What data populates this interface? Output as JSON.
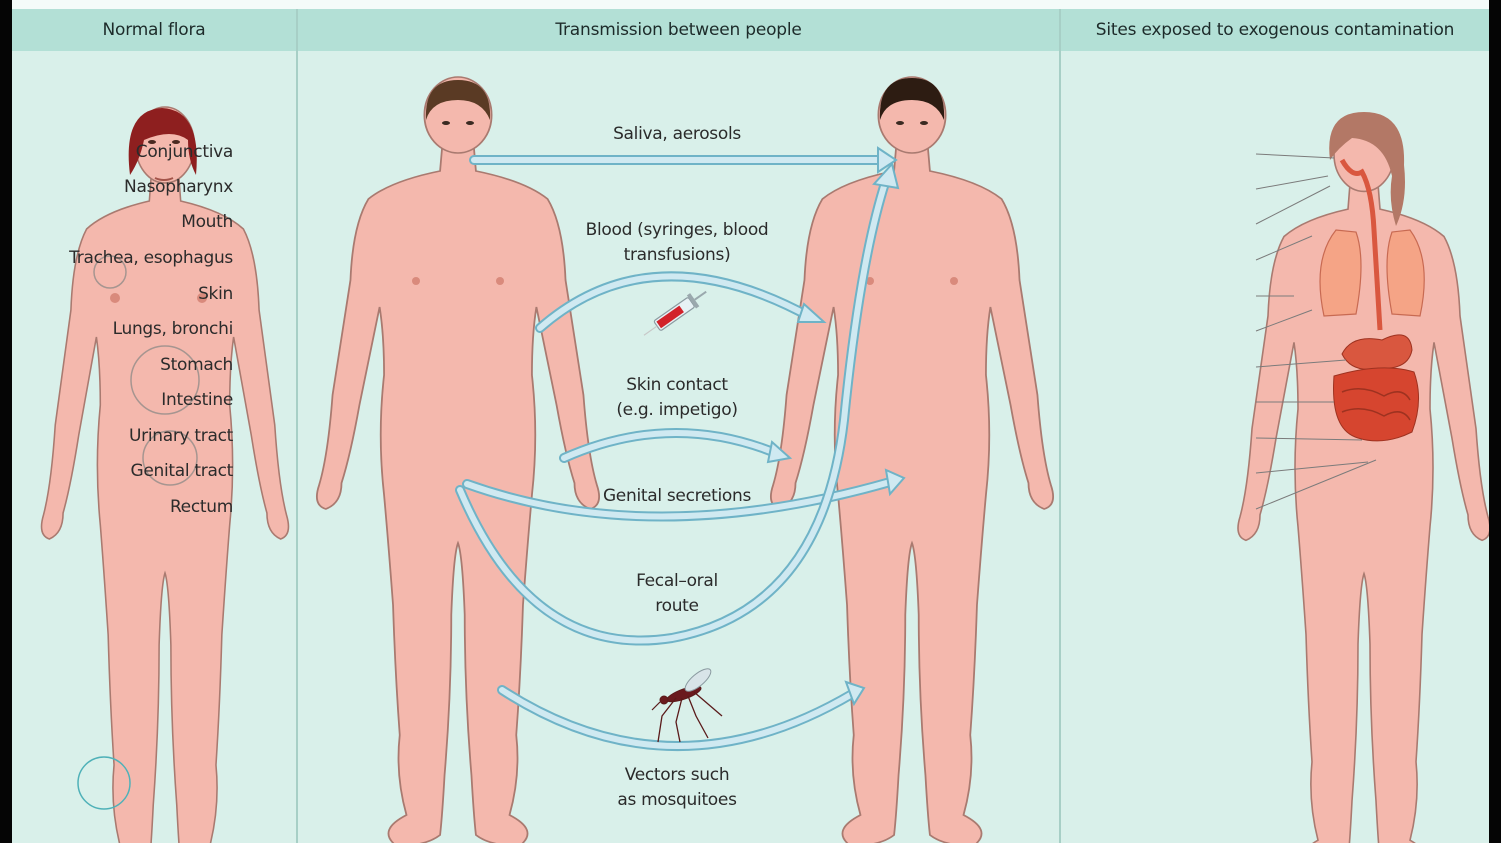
{
  "headers": {
    "normal_flora": "Normal flora",
    "transmission": "Transmission between people",
    "exogenous": "Sites exposed to exogenous contamination"
  },
  "routes": {
    "saliva": "Saliva, aerosols",
    "blood_1": "Blood (syringes, blood",
    "blood_2": "transfusions)",
    "skin_1": "Skin contact",
    "skin_2": "(e.g. impetigo)",
    "genital": "Genital secretions",
    "fecal_1": "Fecal–oral",
    "fecal_2": "route",
    "vectors_1": "Vectors such",
    "vectors_2": "as mosquitoes"
  },
  "sites": [
    "Conjunctiva",
    "Nasopharynx",
    "Mouth",
    "Trachea, esophagus",
    "Skin",
    "Lungs, bronchi",
    "Stomach",
    "Intestine",
    "Urinary tract",
    "Genital tract",
    "Rectum"
  ],
  "colors": {
    "background": "#d9f0ea",
    "header": "#b3e0d6",
    "skin": "#f4b8ad",
    "skin_outline": "#a97a70",
    "arrow_fill": "#cfe9f1",
    "arrow_outline": "#6fb3c7",
    "female_hair": "#8e1f1f",
    "male_hair": "#5a3a24",
    "organ": "#d9573f"
  }
}
